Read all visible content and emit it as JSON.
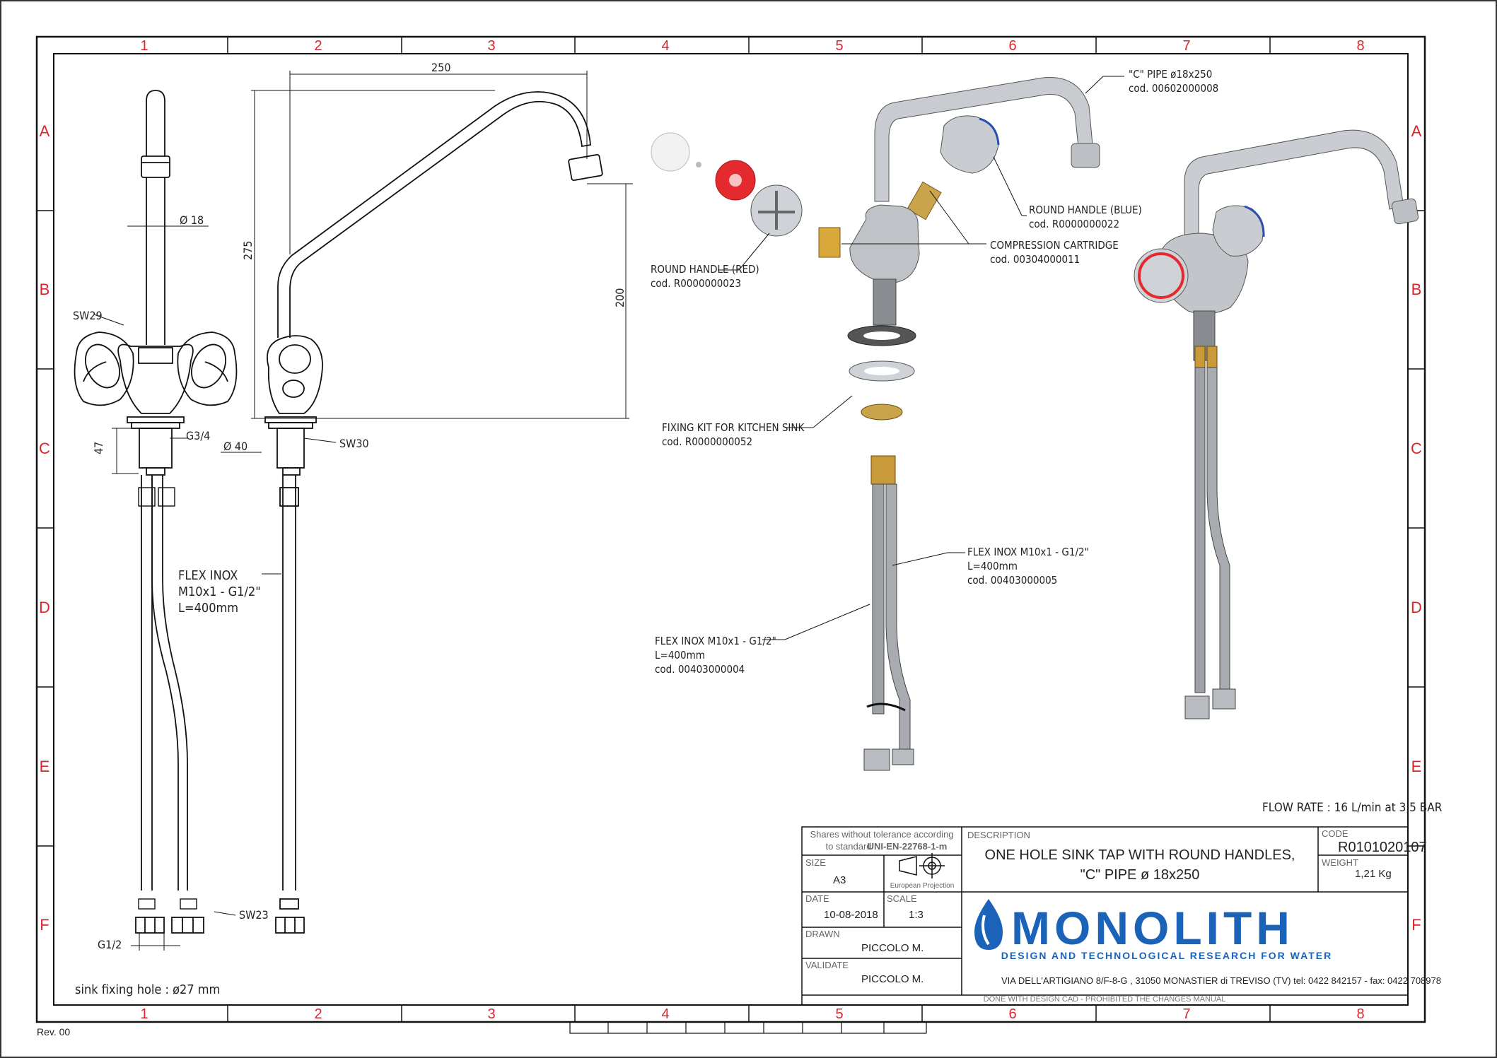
{
  "grid": {
    "cols": [
      "1",
      "2",
      "3",
      "4",
      "5",
      "6",
      "7",
      "8"
    ],
    "rows": [
      "A",
      "B",
      "C",
      "D",
      "E",
      "F"
    ]
  },
  "left_view": {
    "dim_d18": "Ø  18",
    "sw29": "SW29",
    "dim_47": "47",
    "g34": "G3/4",
    "dim_d40": "Ø  40",
    "flex_line1": "FLEX INOX",
    "flex_line2": "M10x1 - G1/2\"",
    "flex_line3": "L=400mm",
    "sw23": "SW23",
    "g12": "G1/2",
    "sink_hole": "sink fixing hole : ø27 mm"
  },
  "side_view": {
    "dim_250": "250",
    "dim_275": "275",
    "dim_200": "200",
    "sw30": "SW30"
  },
  "callouts": {
    "c_pipe": {
      "l1": "\"C\" PIPE ø18x250",
      "l2": "cod. 00602000008"
    },
    "handle_blue": {
      "l1": "ROUND HANDLE (BLUE)",
      "l2": "cod. R0000000022"
    },
    "cartridge": {
      "l1": "COMPRESSION CARTRIDGE",
      "l2": "cod. 00304000011"
    },
    "handle_red": {
      "l1": "ROUND HANDLE (RED)",
      "l2": "cod. R0000000023"
    },
    "fixing_kit": {
      "l1": "FIXING KIT FOR KITCHEN SINK",
      "l2": "cod. R0000000052"
    },
    "flex_a": {
      "l1": "FLEX INOX M10x1 - G1/2\"",
      "l2": "L=400mm",
      "l3": "cod. 00403000005"
    },
    "flex_b": {
      "l1": "FLEX INOX M10x1 - G1/2\"",
      "l2": "L=400mm",
      "l3": "cod. 00403000004"
    }
  },
  "flow_rate": "FLOW RATE : 16 L/min at 3,5 BAR",
  "title_block": {
    "tolerance_l1": "Shares without tolerance according",
    "tolerance_l2": "to standard",
    "tolerance_std": "UNI-EN-22768-1-m",
    "size_label": "SIZE",
    "size_value": "A3",
    "projection_label": "European Projection",
    "date_label": "DATE",
    "date_value": "10-08-2018",
    "scale_label": "SCALE",
    "scale_value": "1:3",
    "drawn_label": "DRAWN",
    "drawn_value": "PICCOLO M.",
    "validate_label": "VALIDATE",
    "validate_value": "PICCOLO M.",
    "description_label": "DESCRIPTION",
    "description_l1": "ONE HOLE SINK TAP WITH ROUND HANDLES,",
    "description_l2": "\"C\" PIPE ø 18x250",
    "code_label": "CODE",
    "code_value": "R0101020107",
    "weight_label": "WEIGHT",
    "weight_value": "1,21 Kg",
    "brand": "MONOLITH",
    "tagline": "DESIGN AND TECHNOLOGICAL RESEARCH FOR WATER",
    "address": "VIA DELL'ARTIGIANO 8/F-8-G , 31050 MONASTIER di TREVISO (TV) tel: 0422 842157 - fax: 0422 708978",
    "footer": "DONE WITH DESIGN CAD - PROHIBITED THE CHANGES MANUAL"
  },
  "revision": "Rev. 00",
  "colors": {
    "red": "#d9262c",
    "blue": "#1a63b8"
  }
}
